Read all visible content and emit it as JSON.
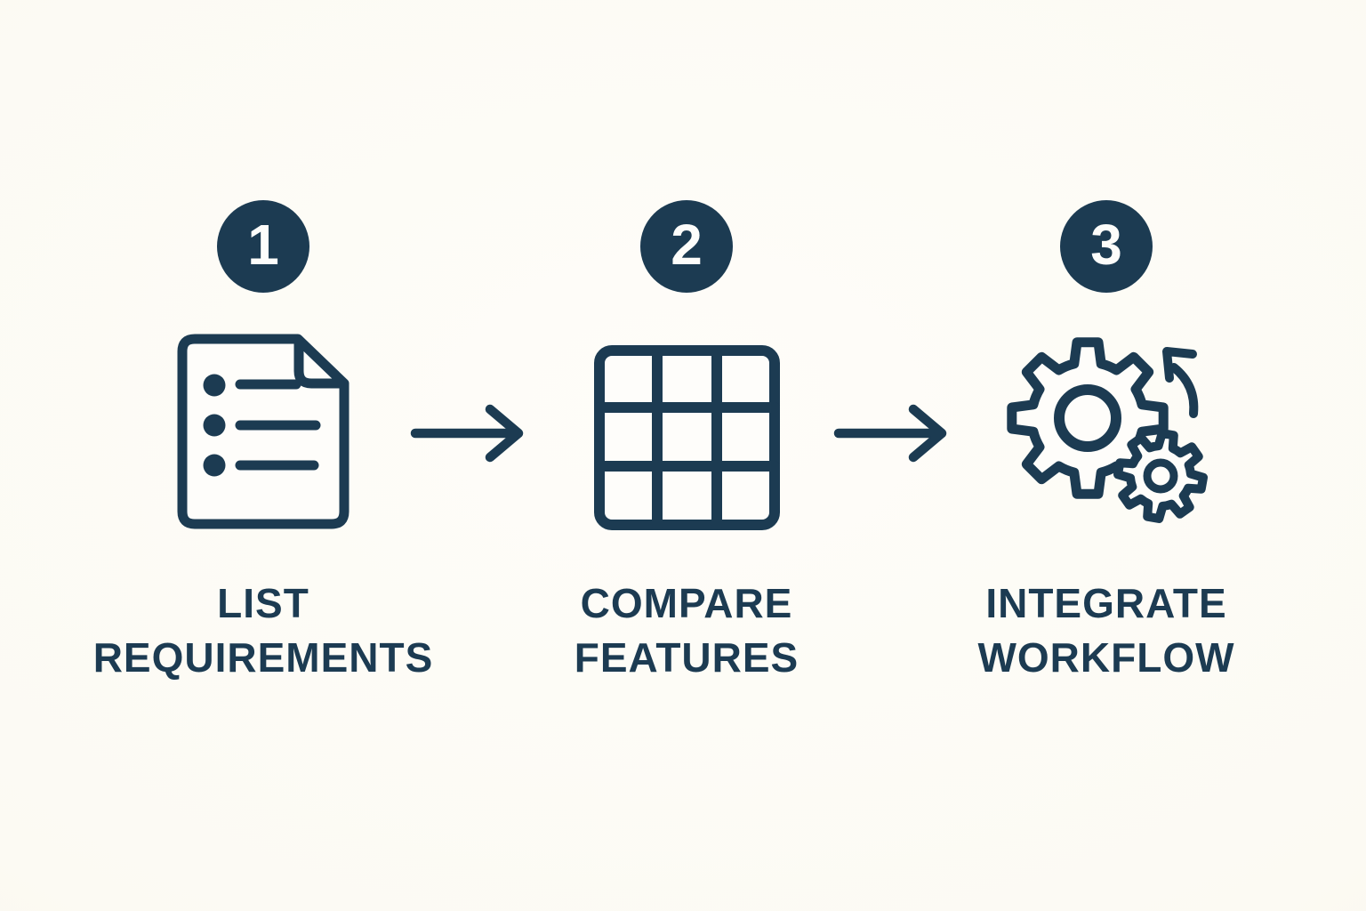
{
  "diagram": {
    "type": "process-flow",
    "background_color": "#fcfaf4",
    "ink_color": "#1c3b52",
    "steps": [
      {
        "number": "1",
        "icon": "document-checklist-icon",
        "label_lines": [
          "LIST",
          "REQUIREMENTS"
        ]
      },
      {
        "number": "2",
        "icon": "comparison-grid-icon",
        "label_lines": [
          "COMPARE",
          "FEATURES"
        ]
      },
      {
        "number": "3",
        "icon": "gears-integration-icon",
        "label_lines": [
          "INTEGRATE",
          "WORKFLOW"
        ]
      }
    ],
    "connectors": [
      {
        "type": "right-arrow"
      },
      {
        "type": "right-arrow"
      }
    ]
  }
}
